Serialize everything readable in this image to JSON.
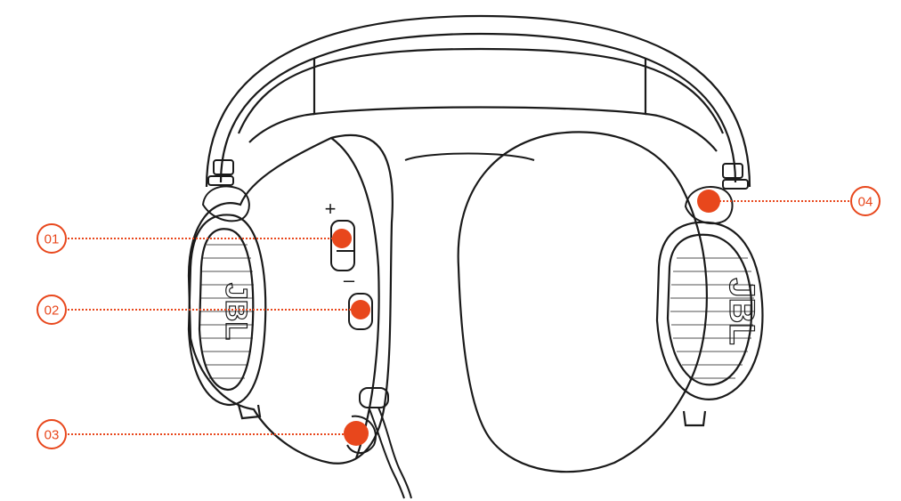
{
  "colors": {
    "accent": "#e8471c",
    "line": "#1a1a1a",
    "background": "#ffffff"
  },
  "device": {
    "volume_plus_symbol": "+",
    "volume_minus_symbol": "–",
    "logo_text": "JBL"
  },
  "callouts": [
    {
      "id": "01",
      "label": "01"
    },
    {
      "id": "02",
      "label": "02"
    },
    {
      "id": "03",
      "label": "03"
    },
    {
      "id": "04",
      "label": "04"
    }
  ]
}
